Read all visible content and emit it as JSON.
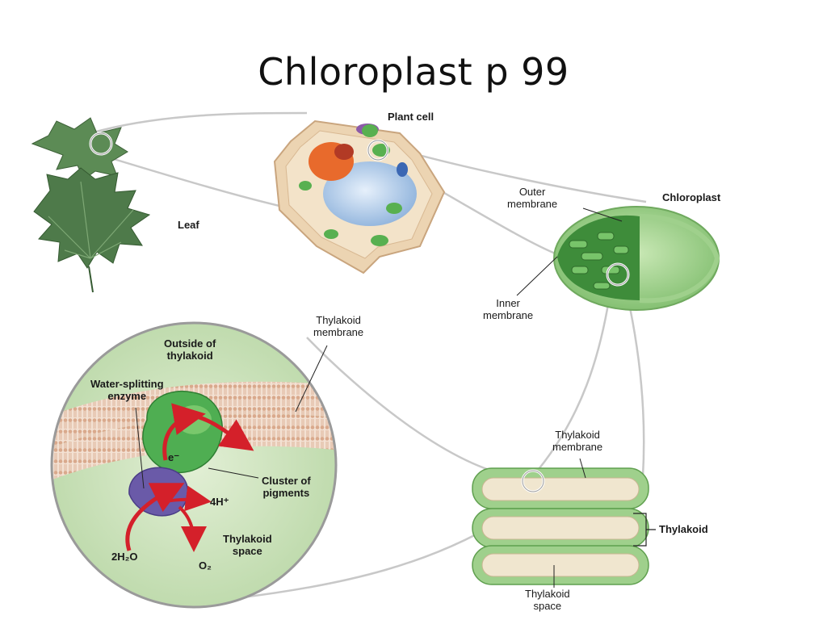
{
  "title": "Chloroplast p 99",
  "labels": {
    "plant_cell": "Plant cell",
    "leaf": "Leaf",
    "chloroplast": "Chloroplast",
    "outer_membrane": "Outer\nmembrane",
    "inner_membrane": "Inner\nmembrane",
    "thylakoid_membrane_top": "Thylakoid\nmembrane",
    "outside_of_thylakoid": "Outside of\nthylakoid",
    "water_splitting_enzyme": "Water-splitting\nenzyme",
    "electron": "e⁻",
    "cluster_of_pigments": "Cluster of\npigments",
    "hydrogen_ions": "4H⁺",
    "thylakoid_space_inset": "Thylakoid\nspace",
    "water": "2H₂O",
    "oxygen": "O₂",
    "thylakoid_membrane_stack": "Thylakoid\nmembrane",
    "thylakoid": "Thylakoid",
    "thylakoid_space_stack": "Thylakoid\nspace"
  },
  "colors": {
    "leaf": "#4e7a4a",
    "chloroplast_green": "#8cc77a",
    "membrane": "#d9a98c",
    "enzyme_green": "#4fae52",
    "enzyme_purple": "#6a5aa8",
    "arrow_red": "#d4202a",
    "inset_bg": "#cfe3c0",
    "cell_wall": "#e8c9a6"
  }
}
